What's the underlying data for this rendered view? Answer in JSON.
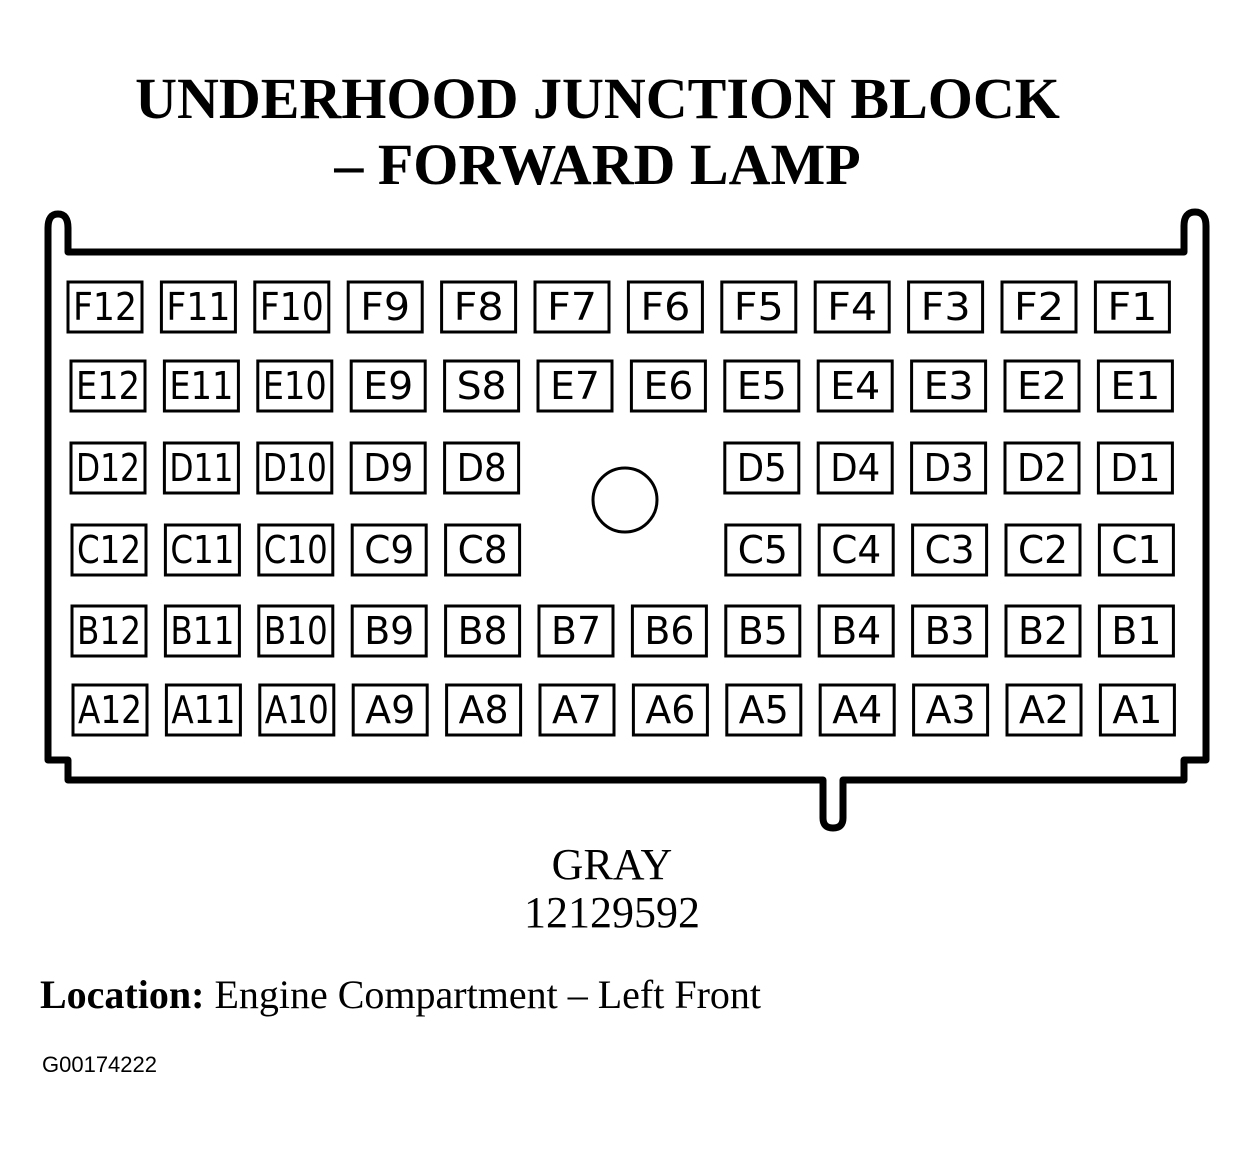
{
  "title": {
    "line1": "UNDERHOOD JUNCTION BLOCK",
    "line2": "– FORWARD LAMP"
  },
  "connector": {
    "color": "GRAY",
    "part_number": "12129592"
  },
  "location": {
    "label": "Location:",
    "value": "Engine Compartment – Left Front"
  },
  "figure_id": "G00174222",
  "rows": [
    {
      "row": "F",
      "pins": [
        "F12",
        "F11",
        "F10",
        "F9",
        "F8",
        "F7",
        "F6",
        "F5",
        "F4",
        "F3",
        "F2",
        "F1"
      ]
    },
    {
      "row": "E",
      "pins": [
        "E12",
        "E11",
        "E10",
        "E9",
        "S8",
        "E7",
        "E6",
        "E5",
        "E4",
        "E3",
        "E2",
        "E1"
      ]
    },
    {
      "row": "D",
      "pins": [
        "D12",
        "D11",
        "D10",
        "D9",
        "D8",
        "",
        "",
        "D5",
        "D4",
        "D3",
        "D2",
        "D1"
      ]
    },
    {
      "row": "C",
      "pins": [
        "C12",
        "C11",
        "C10",
        "C9",
        "C8",
        "",
        "",
        "C5",
        "C4",
        "C3",
        "C2",
        "C1"
      ]
    },
    {
      "row": "B",
      "pins": [
        "B12",
        "B11",
        "B10",
        "B9",
        "B8",
        "B7",
        "B6",
        "B5",
        "B4",
        "B3",
        "B2",
        "B1"
      ]
    },
    {
      "row": "A",
      "pins": [
        "A12",
        "A11",
        "A10",
        "A9",
        "A8",
        "A7",
        "A6",
        "A5",
        "A4",
        "A3",
        "A2",
        "A1"
      ]
    }
  ]
}
